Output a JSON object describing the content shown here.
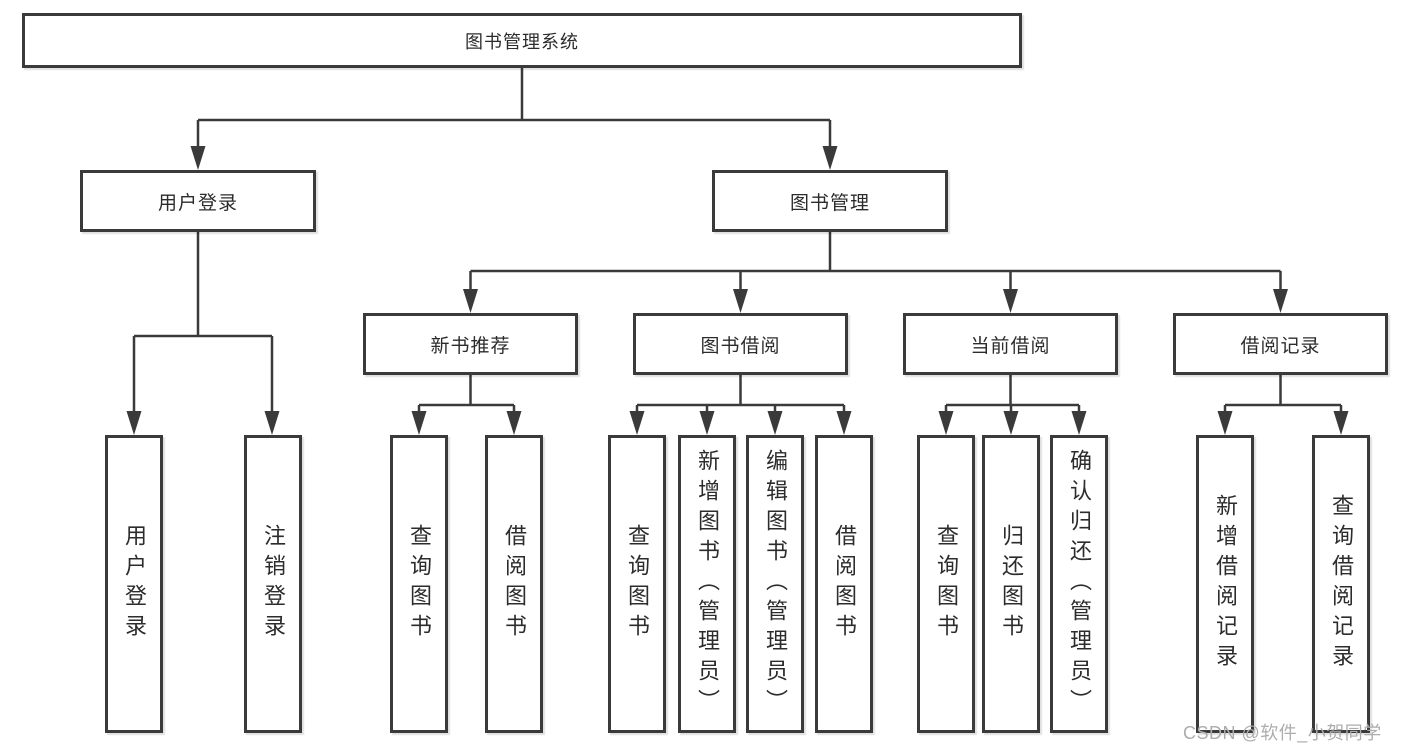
{
  "style": {
    "line_color": "#3a3a3a",
    "text_color": "#2c2c2c",
    "background": "#ffffff",
    "watermark_color": "#adadad"
  },
  "watermark": {
    "text": "CSDN @软件_小贺同学"
  },
  "tree": {
    "root": {
      "label": "图书管理系统"
    },
    "branches": [
      {
        "label": "用户登录",
        "children": [
          {
            "label": "用户登录"
          },
          {
            "label": "注销登录"
          }
        ]
      },
      {
        "label": "图书管理",
        "children": [
          {
            "label": "新书推荐",
            "children": [
              {
                "label": "查询图书"
              },
              {
                "label": "借阅图书"
              }
            ]
          },
          {
            "label": "图书借阅",
            "children": [
              {
                "label": "查询图书"
              },
              {
                "label": "新增图书（管理员）"
              },
              {
                "label": "编辑图书（管理员）"
              },
              {
                "label": "借阅图书"
              }
            ]
          },
          {
            "label": "当前借阅",
            "children": [
              {
                "label": "查询图书"
              },
              {
                "label": "归还图书"
              },
              {
                "label": "确认归还（管理员）"
              }
            ]
          },
          {
            "label": "借阅记录",
            "children": [
              {
                "label": "新增借阅记录"
              },
              {
                "label": "查询借阅记录"
              }
            ]
          }
        ]
      }
    ]
  }
}
